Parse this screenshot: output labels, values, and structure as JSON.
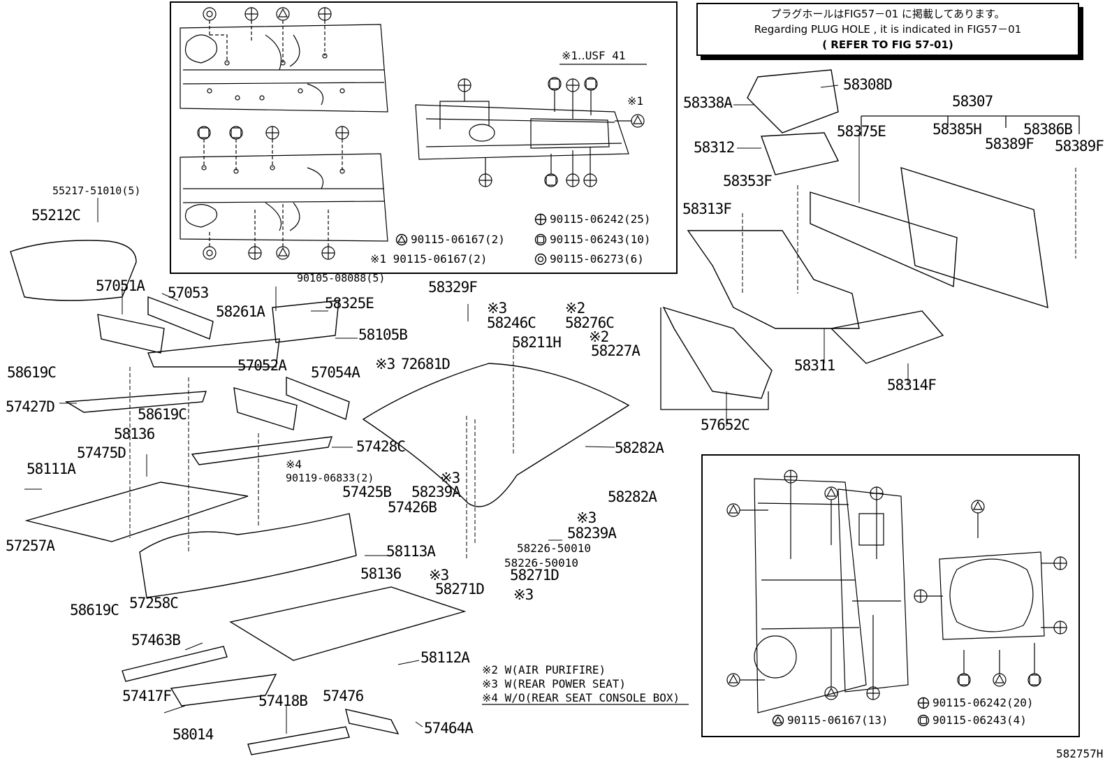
{
  "notice": {
    "line1": "プラグホールはFIG57－01 に掲載してあります。",
    "line2": "Regarding PLUG HOLE , it is indicated in FIG57－01",
    "line3": "( REFER TO FIG 57-01)"
  },
  "inset_top": {
    "title": "※1‥USF 41",
    "mark_x1": "※1",
    "legend": [
      {
        "icon": "cross-circle-icon",
        "text": "90115-06242(25)"
      },
      {
        "icon": "triangle-circle-icon",
        "text": "90115-06167(2)"
      },
      {
        "icon": "square-circle-icon",
        "text": "90115-06243(10)"
      },
      {
        "icon": "triangle-circle-icon",
        "text": "※1 90115-06167(2)"
      },
      {
        "icon": "double-circle-icon",
        "text": "90115-06273(6)"
      }
    ]
  },
  "inset_bottom": {
    "legend": [
      {
        "icon": "cross-circle-icon",
        "text": "90115-06242(20)"
      },
      {
        "icon": "triangle-circle-icon",
        "text": "90115-06167(13)"
      },
      {
        "icon": "square-circle-icon",
        "text": "90115-06243(4)"
      }
    ]
  },
  "footnotes": [
    "※2  W(AIR PURIFIRE)",
    "※3  W(REAR POWER SEAT)",
    "※4  W/O(REAR SEAT CONSOLE BOX)"
  ],
  "figure_id": "582757H",
  "parts": [
    {
      "text": "55217-51010(5)"
    },
    {
      "text": "55212C"
    },
    {
      "text": "57051A"
    },
    {
      "text": "57053"
    },
    {
      "text": "58261A"
    },
    {
      "text": "90105-08088(5)"
    },
    {
      "text": "58325E"
    },
    {
      "text": "58105B"
    },
    {
      "text": "58329F"
    },
    {
      "text": "※3"
    },
    {
      "text": "58246C"
    },
    {
      "text": "※2"
    },
    {
      "text": "58276C"
    },
    {
      "text": "※2"
    },
    {
      "text": "58227A"
    },
    {
      "text": "58211H"
    },
    {
      "text": "58619C"
    },
    {
      "text": "57052A"
    },
    {
      "text": "57054A"
    },
    {
      "text": "※3"
    },
    {
      "text": "72681D"
    },
    {
      "text": "57427D"
    },
    {
      "text": "58619C"
    },
    {
      "text": "57428C"
    },
    {
      "text": "58136"
    },
    {
      "text": "57475D"
    },
    {
      "text": "58111A"
    },
    {
      "text": "※4"
    },
    {
      "text": "90119-06833(2)"
    },
    {
      "text": "58239A"
    },
    {
      "text": "※3"
    },
    {
      "text": "58282A"
    },
    {
      "text": "58282A"
    },
    {
      "text": "57425B"
    },
    {
      "text": "57426B"
    },
    {
      "text": "※3"
    },
    {
      "text": "58239A"
    },
    {
      "text": "57257A"
    },
    {
      "text": "58113A"
    },
    {
      "text": "58226-50010"
    },
    {
      "text": "58226-50010"
    },
    {
      "text": "58136"
    },
    {
      "text": "※3"
    },
    {
      "text": "58271D"
    },
    {
      "text": "58271D"
    },
    {
      "text": "※3"
    },
    {
      "text": "58619C"
    },
    {
      "text": "57258C"
    },
    {
      "text": "57463B"
    },
    {
      "text": "58112A"
    },
    {
      "text": "57417F"
    },
    {
      "text": "58014"
    },
    {
      "text": "57418B"
    },
    {
      "text": "57476"
    },
    {
      "text": "57464A"
    },
    {
      "text": "58338A"
    },
    {
      "text": "58308D"
    },
    {
      "text": "58307"
    },
    {
      "text": "58375E"
    },
    {
      "text": "58385H"
    },
    {
      "text": "58386B"
    },
    {
      "text": "58312"
    },
    {
      "text": "58389F"
    },
    {
      "text": "58389F"
    },
    {
      "text": "58353F"
    },
    {
      "text": "58313F"
    },
    {
      "text": "58311"
    },
    {
      "text": "58314F"
    },
    {
      "text": "57652C"
    }
  ]
}
